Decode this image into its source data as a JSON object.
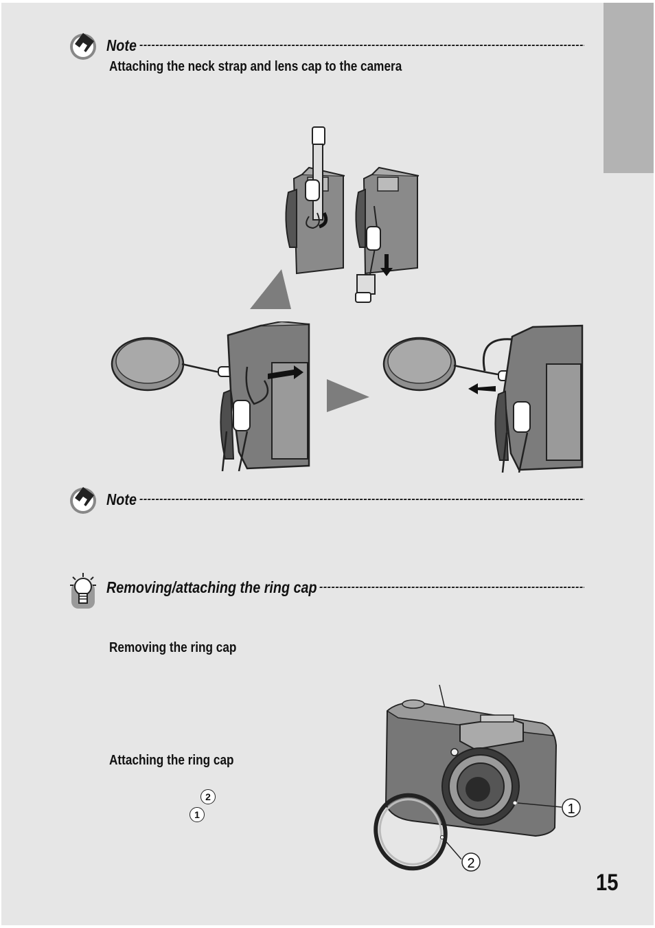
{
  "note1": {
    "title": "Note",
    "subtitle": "Attaching the neck strap and lens cap to the camera"
  },
  "note2": {
    "title": "Note"
  },
  "tip": {
    "title": "Removing/attaching the ring cap",
    "removing_label": "Removing the ring cap",
    "attaching_label": "Attaching the ring cap",
    "marker_2": "2",
    "marker_1": "1"
  },
  "figure": {
    "callout_1": "1",
    "callout_2": "2"
  },
  "page_number": "15",
  "dashes": "----------------------------------------------------------------------------------------------------------------------------------------------------------------------",
  "icons": [
    "note-pencil-icon",
    "note-pencil-icon",
    "lightbulb-tip-icon"
  ],
  "colors": {
    "page": "#e6e6e6",
    "side_tab": "#b3b3b3"
  }
}
